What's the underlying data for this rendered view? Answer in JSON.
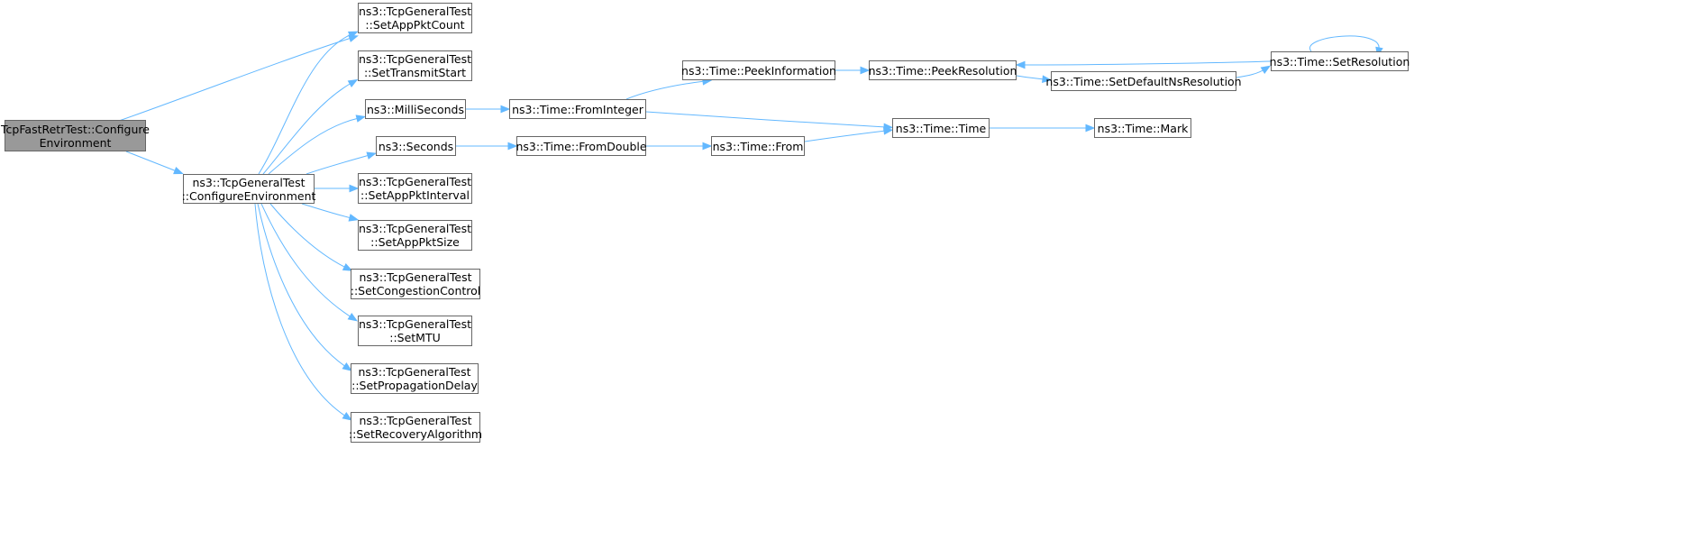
{
  "graph": {
    "edge_color": "#63b8ff",
    "root_fill": "#999999",
    "node_border": "#666666",
    "nodes": [
      {
        "id": "root",
        "lines": [
          "TcpFastRetrTest::Configure",
          "Environment"
        ]
      },
      {
        "id": "cfg",
        "lines": [
          "ns3::TcpGeneralTest",
          "::ConfigureEnvironment"
        ]
      },
      {
        "id": "setAppPktCount",
        "lines": [
          "ns3::TcpGeneralTest",
          "::SetAppPktCount"
        ]
      },
      {
        "id": "setTransmitStart",
        "lines": [
          "ns3::TcpGeneralTest",
          "::SetTransmitStart"
        ]
      },
      {
        "id": "milliSeconds",
        "lines": [
          "ns3::MilliSeconds"
        ]
      },
      {
        "id": "seconds",
        "lines": [
          "ns3::Seconds"
        ]
      },
      {
        "id": "setAppPktInterval",
        "lines": [
          "ns3::TcpGeneralTest",
          "::SetAppPktInterval"
        ]
      },
      {
        "id": "setAppPktSize",
        "lines": [
          "ns3::TcpGeneralTest",
          "::SetAppPktSize"
        ]
      },
      {
        "id": "setCongestionControl",
        "lines": [
          "ns3::TcpGeneralTest",
          "::SetCongestionControl"
        ]
      },
      {
        "id": "setMTU",
        "lines": [
          "ns3::TcpGeneralTest",
          "::SetMTU"
        ]
      },
      {
        "id": "setPropagationDelay",
        "lines": [
          "ns3::TcpGeneralTest",
          "::SetPropagationDelay"
        ]
      },
      {
        "id": "setRecoveryAlgorithm",
        "lines": [
          "ns3::TcpGeneralTest",
          "::SetRecoveryAlgorithm"
        ]
      },
      {
        "id": "fromInteger",
        "lines": [
          "ns3::Time::FromInteger"
        ]
      },
      {
        "id": "fromDouble",
        "lines": [
          "ns3::Time::FromDouble"
        ]
      },
      {
        "id": "peekInformation",
        "lines": [
          "ns3::Time::PeekInformation"
        ]
      },
      {
        "id": "from",
        "lines": [
          "ns3::Time::From"
        ]
      },
      {
        "id": "peekResolution",
        "lines": [
          "ns3::Time::PeekResolution"
        ]
      },
      {
        "id": "time",
        "lines": [
          "ns3::Time::Time"
        ]
      },
      {
        "id": "setDefaultNsResolution",
        "lines": [
          "ns3::Time::SetDefaultNsResolution"
        ]
      },
      {
        "id": "mark",
        "lines": [
          "ns3::Time::Mark"
        ]
      },
      {
        "id": "setResolution",
        "lines": [
          "ns3::Time::SetResolution"
        ]
      }
    ],
    "edges": [
      {
        "from": "root",
        "to": "setAppPktCount"
      },
      {
        "from": "root",
        "to": "cfg"
      },
      {
        "from": "cfg",
        "to": "setAppPktCount"
      },
      {
        "from": "cfg",
        "to": "setTransmitStart"
      },
      {
        "from": "cfg",
        "to": "milliSeconds"
      },
      {
        "from": "cfg",
        "to": "seconds"
      },
      {
        "from": "cfg",
        "to": "setAppPktInterval"
      },
      {
        "from": "cfg",
        "to": "setAppPktSize"
      },
      {
        "from": "cfg",
        "to": "setCongestionControl"
      },
      {
        "from": "cfg",
        "to": "setMTU"
      },
      {
        "from": "cfg",
        "to": "setPropagationDelay"
      },
      {
        "from": "cfg",
        "to": "setRecoveryAlgorithm"
      },
      {
        "from": "milliSeconds",
        "to": "fromInteger"
      },
      {
        "from": "seconds",
        "to": "fromDouble"
      },
      {
        "from": "fromInteger",
        "to": "peekInformation"
      },
      {
        "from": "fromInteger",
        "to": "time"
      },
      {
        "from": "fromDouble",
        "to": "from"
      },
      {
        "from": "peekInformation",
        "to": "peekResolution"
      },
      {
        "from": "from",
        "to": "time"
      },
      {
        "from": "peekResolution",
        "to": "setDefaultNsResolution"
      },
      {
        "from": "setDefaultNsResolution",
        "to": "setResolution"
      },
      {
        "from": "setResolution",
        "to": "peekResolution"
      },
      {
        "from": "setResolution",
        "to": "setResolution"
      },
      {
        "from": "time",
        "to": "mark"
      }
    ]
  }
}
